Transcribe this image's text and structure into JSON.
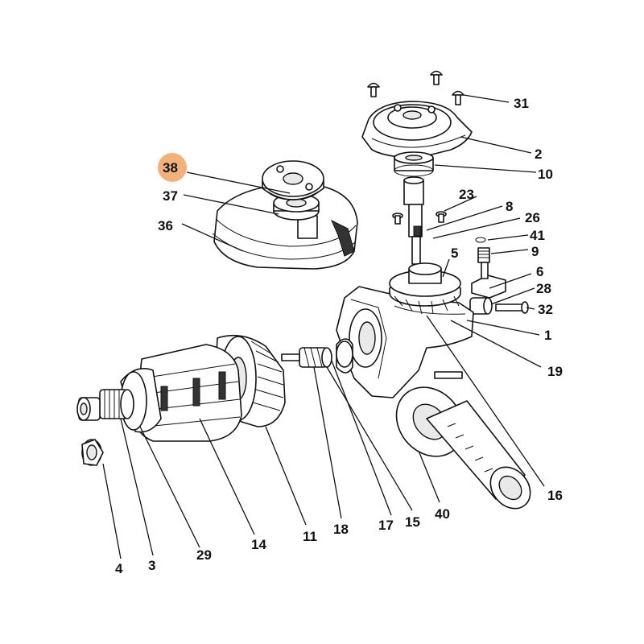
{
  "highlight_color": "#f2b07a",
  "callouts": [
    {
      "id": "38",
      "text": "38",
      "highlighted": true
    },
    {
      "id": "37",
      "text": "37"
    },
    {
      "id": "36",
      "text": "36"
    },
    {
      "id": "31",
      "text": "31"
    },
    {
      "id": "2",
      "text": "2"
    },
    {
      "id": "10",
      "text": "10"
    },
    {
      "id": "23",
      "text": "23"
    },
    {
      "id": "8",
      "text": "8"
    },
    {
      "id": "26",
      "text": "26"
    },
    {
      "id": "41",
      "text": "41"
    },
    {
      "id": "9",
      "text": "9"
    },
    {
      "id": "5",
      "text": "5"
    },
    {
      "id": "6",
      "text": "6"
    },
    {
      "id": "28",
      "text": "28"
    },
    {
      "id": "32",
      "text": "32"
    },
    {
      "id": "1",
      "text": "1"
    },
    {
      "id": "19",
      "text": "19"
    },
    {
      "id": "16",
      "text": "16"
    },
    {
      "id": "40",
      "text": "40"
    },
    {
      "id": "15",
      "text": "15"
    },
    {
      "id": "17",
      "text": "17"
    },
    {
      "id": "18",
      "text": "18"
    },
    {
      "id": "11",
      "text": "11"
    },
    {
      "id": "14",
      "text": "14"
    },
    {
      "id": "29",
      "text": "29"
    },
    {
      "id": "3",
      "text": "3"
    },
    {
      "id": "4",
      "text": "4"
    }
  ]
}
